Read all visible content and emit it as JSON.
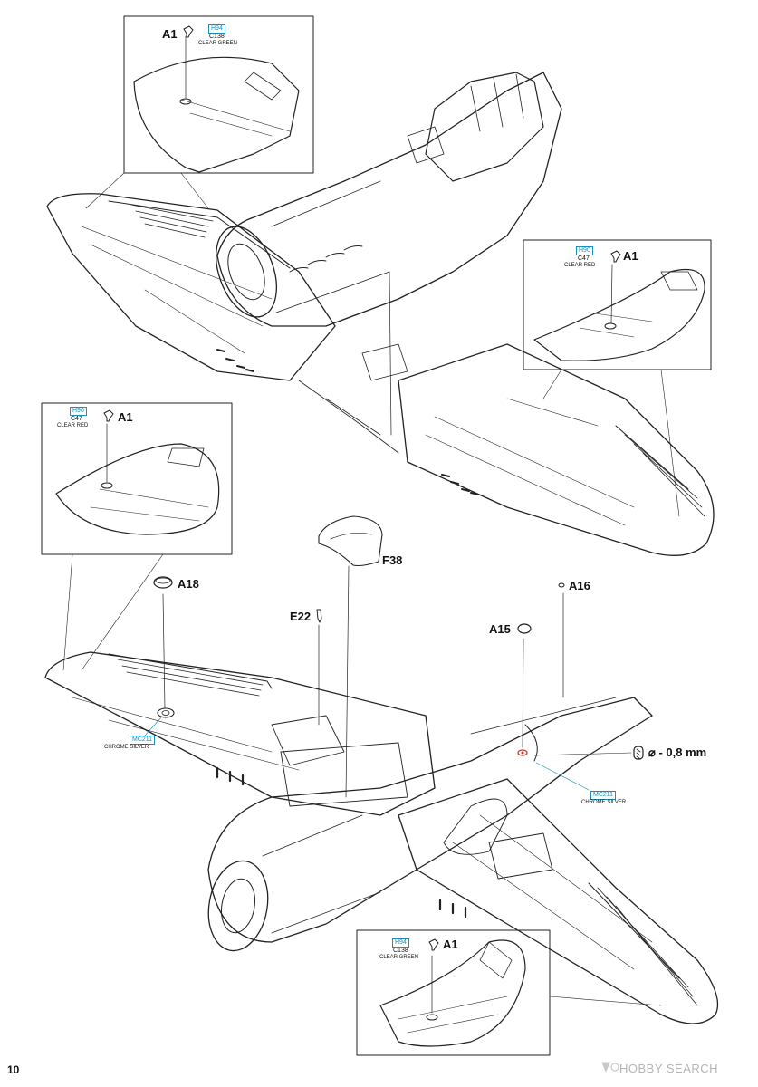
{
  "page_number": "10",
  "watermark": "HOBBY SEARCH",
  "callouts": {
    "top_inset_a1": {
      "part": "A1",
      "paint_code": "H94",
      "color_code": "C138",
      "color_name": "CLEAR GREEN"
    },
    "right_inset_a1": {
      "part": "A1",
      "paint_code": "H90",
      "color_code": "C47",
      "color_name": "CLEAR RED"
    },
    "left_inset_a1": {
      "part": "A1",
      "paint_code": "H90",
      "color_code": "C47",
      "color_name": "CLEAR RED"
    },
    "bottom_inset_a1": {
      "part": "A1",
      "paint_code": "H94",
      "color_code": "C138",
      "color_name": "CLEAR GREEN"
    }
  },
  "parts": {
    "f38": "F38",
    "a18": "A18",
    "e22": "E22",
    "a16": "A16",
    "a15": "A15"
  },
  "paint_refs": {
    "left_mc211": {
      "code": "MC211",
      "name": "CHROME SILVER"
    },
    "right_mc211": {
      "code": "MC211",
      "name": "CHROME SILVER"
    }
  },
  "drill": {
    "label": "⌀ - 0,8 mm"
  }
}
